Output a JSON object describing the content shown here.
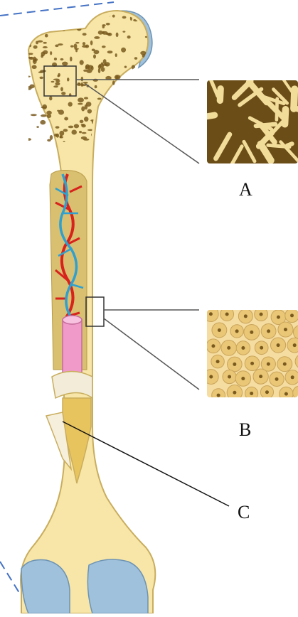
{
  "diagram": {
    "labels": {
      "a": "A",
      "b": "B",
      "c": "C"
    },
    "colors": {
      "bone_fill": "#f7e6a8",
      "bone_outline": "#c9ad5e",
      "spongy_pore": "#7a5a1e",
      "cartilage": "#9fc1dc",
      "artery": "#d8221c",
      "vein": "#2fa0cf",
      "marrow_cavity": "#d8c070",
      "pink_cylinder": "#ef9ac8",
      "dashed_line": "#4472c4"
    }
  }
}
